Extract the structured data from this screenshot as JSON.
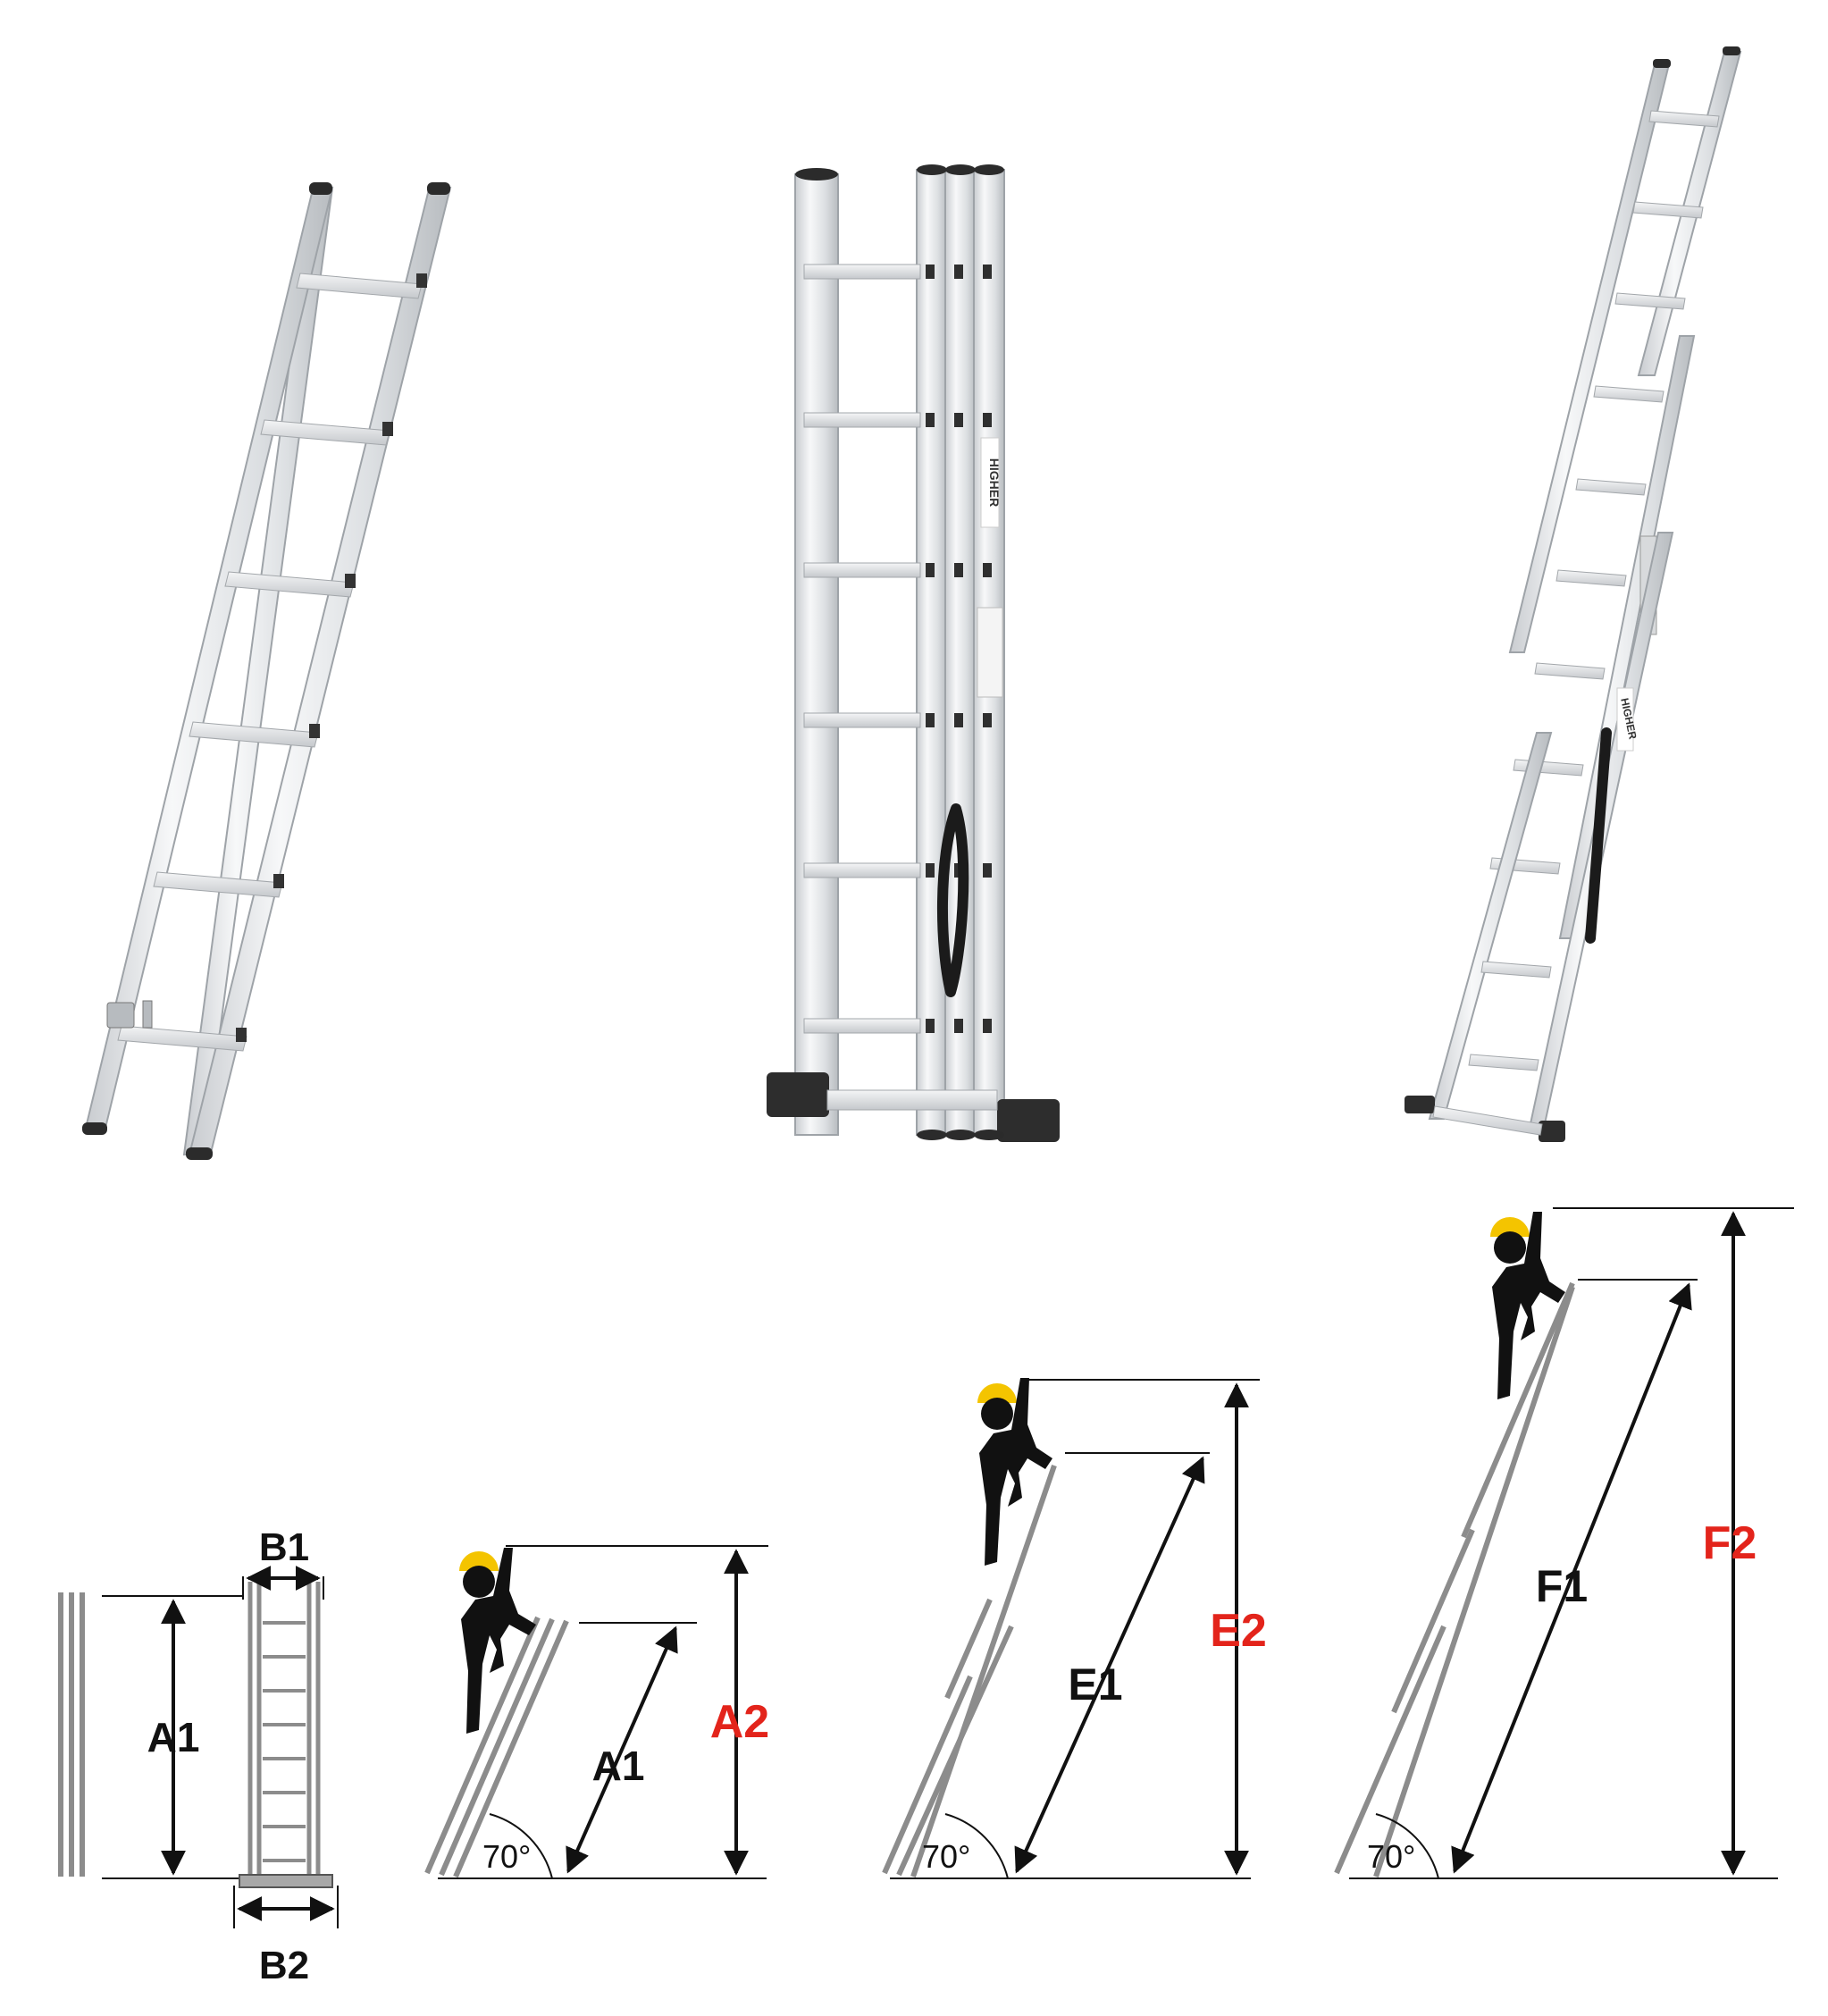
{
  "labels": {
    "a1_dim": "A1",
    "b1_dim": "B1",
    "b2_dim": "B2",
    "a1_diag": "A1",
    "a2": "A2",
    "e1": "E1",
    "e2": "E2",
    "f1": "F1",
    "f2": "F2",
    "angle_a": "70°",
    "angle_e": "70°",
    "angle_f": "70°",
    "brand_mid": "HIGHER",
    "brand_right": "HIGHER"
  },
  "colors": {
    "black_label": "#111111",
    "red_label": "#e3241b",
    "helmet": "#f4c400",
    "rail_grey": "#8c8c8c",
    "aluminium": "#e6e8ea"
  },
  "icons": [
    "worker-with-helmet-icon",
    "double-arrow-icon"
  ]
}
